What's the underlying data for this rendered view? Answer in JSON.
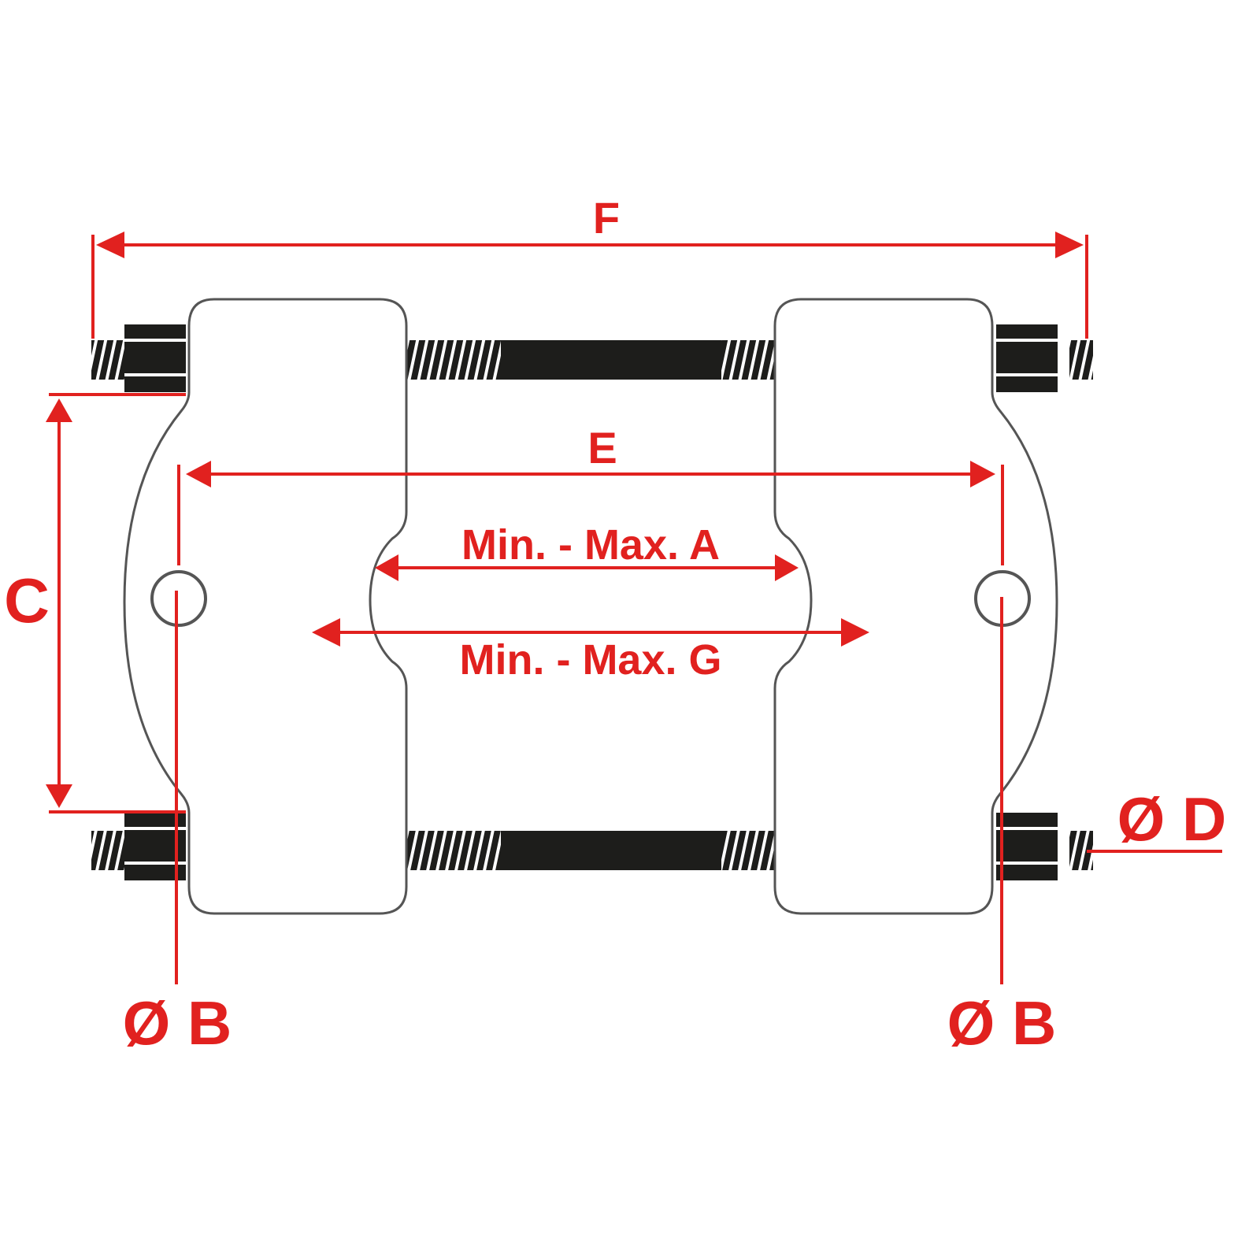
{
  "diagram": {
    "subject": "Bearing separator / splitter dimension drawing",
    "colors": {
      "dimension": "#e1211f",
      "outline": "#555555",
      "thread": "#1d1d1b",
      "background": "#ffffff"
    },
    "labels": {
      "F": "F",
      "E": "E",
      "A": "Min. - Max. A",
      "G": "Min. - Max. G",
      "C": "C",
      "D": "Ø D",
      "B_left": "Ø B",
      "B_right": "Ø B"
    }
  }
}
